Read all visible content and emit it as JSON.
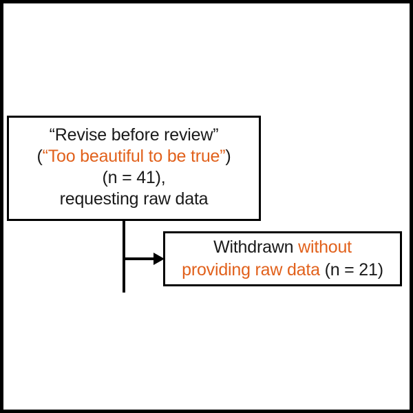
{
  "figure": {
    "type": "flowchart",
    "background_color": "#FFFFFF",
    "frame_color": "#000000",
    "accent_color": "#E1611C",
    "text_color": "#1A1A1A"
  },
  "boxes": [
    {
      "id": "revise-before-review",
      "lines": [
        {
          "id": "line1",
          "segments": [
            {
              "text": "“Revise before review”",
              "color": "black"
            }
          ]
        },
        {
          "id": "line2",
          "segments": [
            {
              "text": "(",
              "color": "black"
            },
            {
              "text": "“Too beautiful to be true”",
              "color": "orange"
            },
            {
              "text": ")",
              "color": "black"
            }
          ]
        },
        {
          "id": "line3",
          "segments": [
            {
              "text": "(n = 41),",
              "color": "black"
            }
          ]
        },
        {
          "id": "line4",
          "segments": [
            {
              "text": "requesting raw data",
              "color": "black"
            }
          ]
        }
      ]
    },
    {
      "id": "withdrawn-without-raw-data",
      "lines": [
        {
          "id": "line1",
          "segments": [
            {
              "text": "Withdrawn ",
              "color": "black"
            },
            {
              "text": "without",
              "color": "orange"
            }
          ]
        },
        {
          "id": "line2",
          "segments": [
            {
              "text": "providing raw data ",
              "color": "orange"
            },
            {
              "text": "(n = 21)",
              "color": "black"
            }
          ]
        }
      ]
    }
  ],
  "text": {
    "box1_line1": "“Revise before review”",
    "box1_line2_open": "(",
    "box1_line2_quote": "“Too beautiful to be true”",
    "box1_line2_close": ")",
    "box1_line3": "(n = 41),",
    "box1_line4": "requesting raw data",
    "box2_line1_black": "Withdrawn ",
    "box2_line1_orange": "without",
    "box2_line2_orange": "providing raw data ",
    "box2_line2_black": "(n = 21)"
  },
  "connector": {
    "id": "revise-to-withdrawn-arrow",
    "direction": "right",
    "from": "revise-before-review",
    "to": "withdrawn-without-raw-data"
  }
}
